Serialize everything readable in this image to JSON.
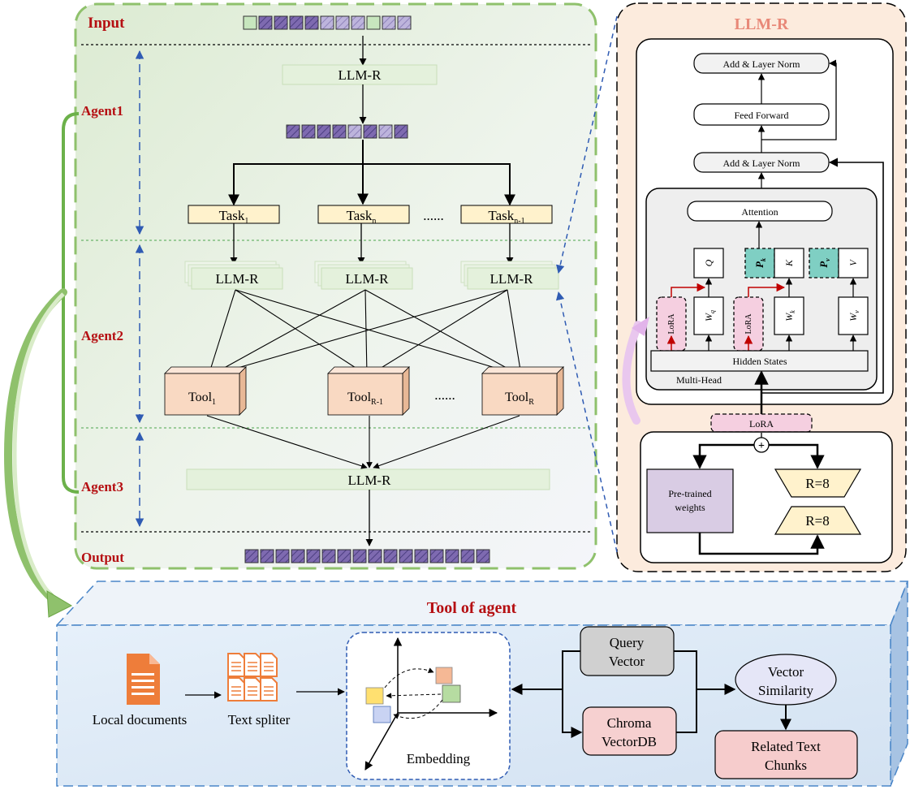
{
  "colors": {
    "green_panel_border": "#8fc16c",
    "green_box": "#e4f1dc",
    "task_box": "#fff2cc",
    "tool_box": "#f9d9c2",
    "peach_panel": "#fcebdd",
    "tool_panel": "#dce8f4",
    "token_green": "#c7e6be",
    "token_purple": "#7e6ab0",
    "token_lavender": "#bdb4dc",
    "label_red": "#b50f12",
    "llmr_title": "#e88878",
    "lora_pink": "#f5cfe0",
    "teal": "#7fcfc3",
    "pretrained": "#d9cce4",
    "gray_query": "#d0d0d0",
    "pink_chroma": "#f6d0d0",
    "related_pink": "#f6cccc",
    "ellipse": "#e5e6f7",
    "doc_orange": "#ee7d3a",
    "arrow_blue": "#2f5bb3",
    "dark_red_arrow": "#c00000"
  },
  "left_panel": {
    "input_label": "Input",
    "agent1_label": "Agent1",
    "agent2_label": "Agent2",
    "agent3_label": "Agent3",
    "output_label": "Output",
    "llm_top": "LLM-R",
    "task_1": "Task",
    "task_1_sub": "1",
    "task_n": "Task",
    "task_n_sub": "n",
    "task_dots": "......",
    "task_n1": "Task",
    "task_n1_sub": "n-1",
    "llm_a": "LLM-R",
    "llm_b": "LLM-R",
    "llm_c": "LLM-R",
    "tool_1": "Tool",
    "tool_1_sub": "1",
    "tool_r1": "Tool",
    "tool_r1_sub": "R-1",
    "tool_dots": "......",
    "tool_r": "Tool",
    "tool_r_sub": "R",
    "llm_bottom": "LLM-R"
  },
  "right_panel": {
    "title": "LLM-R",
    "add_norm_top": "Add & Layer Norm",
    "feed_forward": "Feed Forward",
    "add_norm_mid": "Add & Layer Norm",
    "attention": "Attention",
    "q": "Q",
    "pk": "P",
    "pk_sub": "k",
    "k": "K",
    "pv": "P",
    "pv_sub": "v",
    "v": "V",
    "lora_1": "LoRA",
    "wq": "W",
    "wq_sub": "q",
    "lora_2": "LoRA",
    "wk": "W",
    "wk_sub": "k",
    "wv": "W",
    "wv_sub": "v",
    "hidden_states": "Hidden States",
    "multi_head": "Multi-Head",
    "lora_bottom": "LoRA",
    "plus": "+",
    "pretrained_1": "Pre-trained",
    "pretrained_2": "weights",
    "r_top": "R=8",
    "r_bottom": "R=8"
  },
  "bottom_panel": {
    "title": "Tool of agent",
    "local_documents": "Local documents",
    "text_spliter": "Text spliter",
    "embedding": "Embedding",
    "query_1": "Query",
    "query_2": "Vector",
    "chroma_1": "Chroma",
    "chroma_2": "VectorDB",
    "vs_1": "Vector",
    "vs_2": "Similarity",
    "related_1": "Related Text",
    "related_2": "Chunks"
  }
}
